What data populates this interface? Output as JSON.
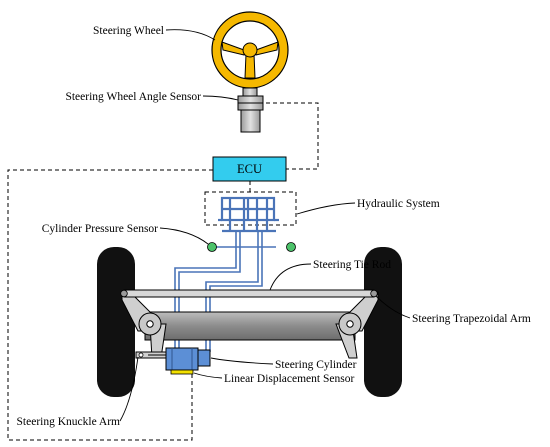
{
  "labels": {
    "steering_wheel": "Steering Wheel",
    "angle_sensor": "Steering Wheel Angle Sensor",
    "ecu": "ECU",
    "hydraulic_system": "Hydraulic System",
    "cylinder_pressure_sensor": "Cylinder Pressure Sensor",
    "steering_tie_rod": "Steering Tie Rod",
    "steering_trapezoidal_arm": "Steering Trapezoidal Arm",
    "steering_cylinder": "Steering Cylinder",
    "linear_displacement_sensor": "Linear Displacement Sensor",
    "steering_knuckle_arm": "Steering Knuckle Arm"
  },
  "colors": {
    "steering_wheel": "#F5B800",
    "ecu": "#33CCEE",
    "hydraulic_lines": "#4A74B8",
    "steering_cylinder": "#5C8FD6",
    "displacement_sensor": "#F2E000",
    "pressure_sensor": "#4CC26A",
    "axle": "#8A8A8A",
    "tie_rod": "#D8D8D8",
    "tire": "#111111"
  }
}
